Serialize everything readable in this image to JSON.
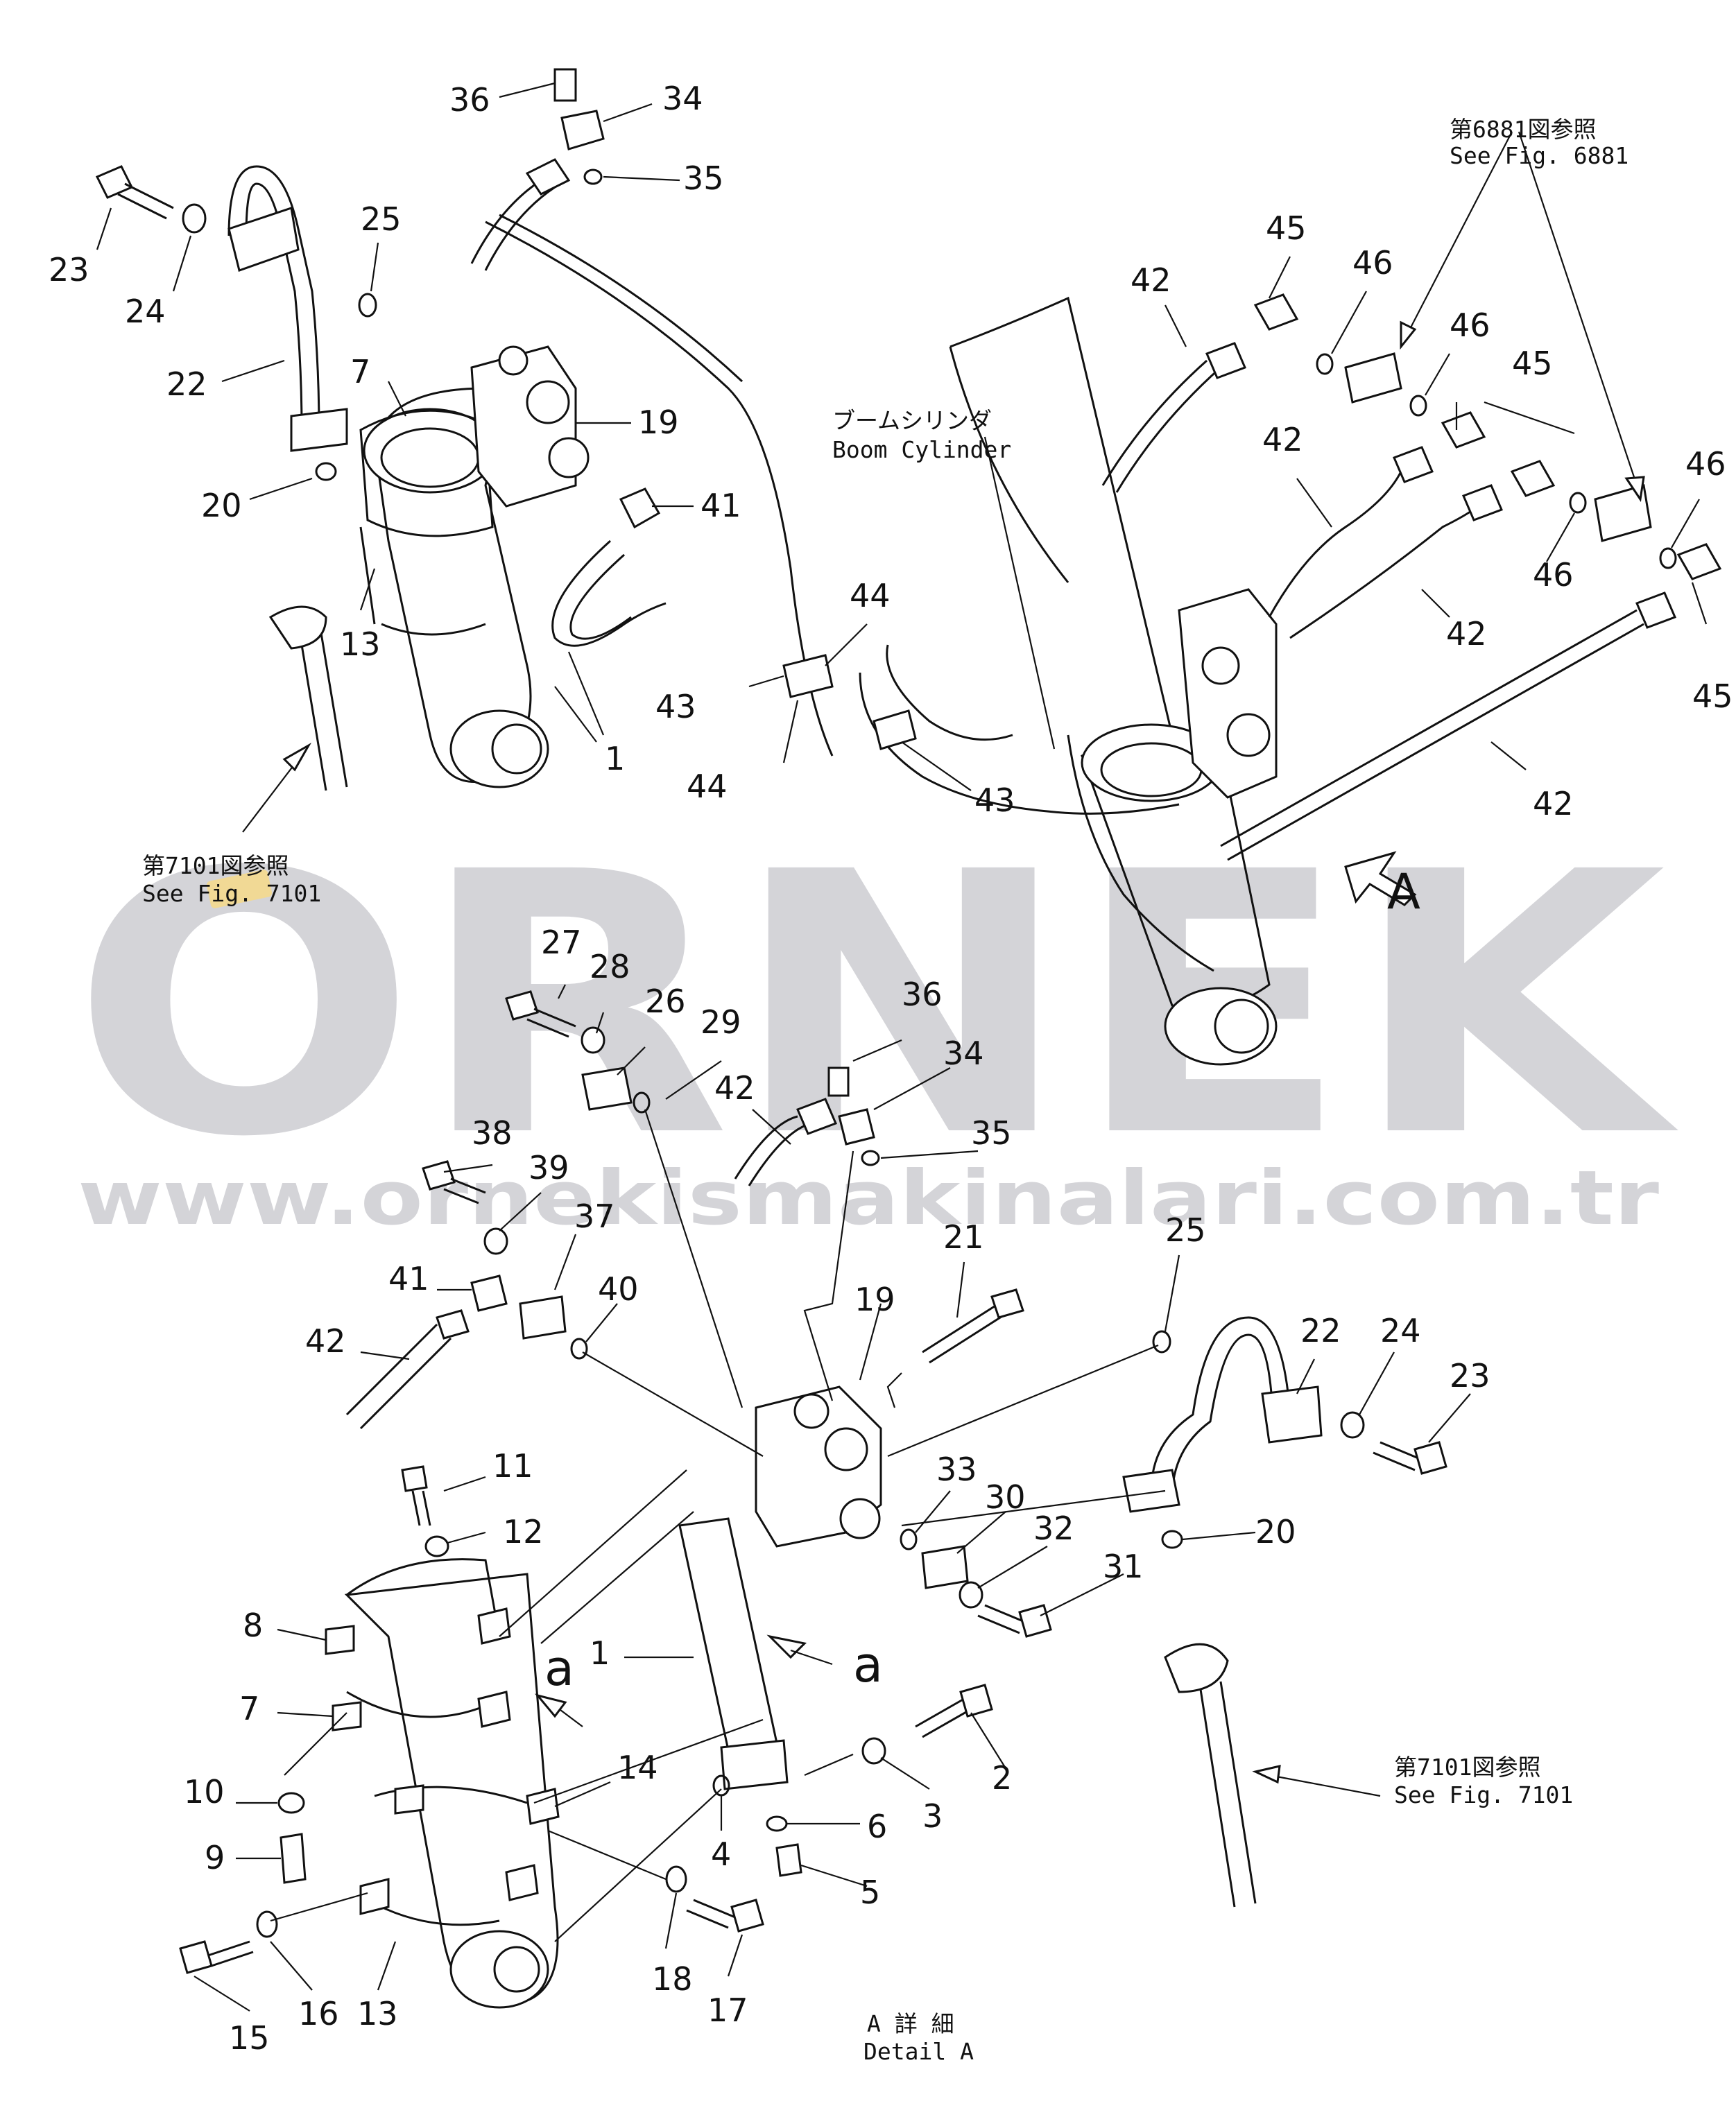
{
  "watermark": {
    "brand": "ORNEK",
    "url": "www.ornekismakinalari.com.tr"
  },
  "notes": {
    "see_fig_6881_jp": "第6881図参照",
    "see_fig_6881_en": "See Fig. 6881",
    "boom_cylinder_jp": "ブームシリンダ",
    "boom_cylinder_en": "Boom Cylinder",
    "see_fig_7101_jp": "第7101図参照",
    "see_fig_7101_en": "See Fig. 7101",
    "detail_a_jp": "A 詳 細",
    "detail_a_en": "Detail A",
    "view_a": "A",
    "section_a": "a"
  },
  "callouts": [
    {
      "id": "c-36-top",
      "text": "36"
    },
    {
      "id": "c-34-top",
      "text": "34"
    },
    {
      "id": "c-35-top",
      "text": "35"
    },
    {
      "id": "c-23-top",
      "text": "23"
    },
    {
      "id": "c-24-top",
      "text": "24"
    },
    {
      "id": "c-25-top",
      "text": "25"
    },
    {
      "id": "c-22-top",
      "text": "22"
    },
    {
      "id": "c-7-top",
      "text": "7"
    },
    {
      "id": "c-19-top",
      "text": "19"
    },
    {
      "id": "c-20-top",
      "text": "20"
    },
    {
      "id": "c-41-top",
      "text": "41"
    },
    {
      "id": "c-13-top",
      "text": "13"
    },
    {
      "id": "c-1-top",
      "text": "1"
    },
    {
      "id": "c-44-a",
      "text": "44"
    },
    {
      "id": "c-43-a",
      "text": "43"
    },
    {
      "id": "c-44-b",
      "text": "44"
    },
    {
      "id": "c-43-b",
      "text": "43"
    },
    {
      "id": "c-42-a",
      "text": "42"
    },
    {
      "id": "c-45-a",
      "text": "45"
    },
    {
      "id": "c-46-a",
      "text": "46"
    },
    {
      "id": "c-46-b",
      "text": "46"
    },
    {
      "id": "c-45-b",
      "text": "45"
    },
    {
      "id": "c-42-b",
      "text": "42"
    },
    {
      "id": "c-46-c",
      "text": "46"
    },
    {
      "id": "c-46-d",
      "text": "46"
    },
    {
      "id": "c-42-c",
      "text": "42"
    },
    {
      "id": "c-45-c",
      "text": "45"
    },
    {
      "id": "c-42-d",
      "text": "42"
    },
    {
      "id": "c-27",
      "text": "27"
    },
    {
      "id": "c-28",
      "text": "28"
    },
    {
      "id": "c-26",
      "text": "26"
    },
    {
      "id": "c-29",
      "text": "29"
    },
    {
      "id": "c-36-mid",
      "text": "36"
    },
    {
      "id": "c-34-mid",
      "text": "34"
    },
    {
      "id": "c-42-mid",
      "text": "42"
    },
    {
      "id": "c-35-mid",
      "text": "35"
    },
    {
      "id": "c-38",
      "text": "38"
    },
    {
      "id": "c-39",
      "text": "39"
    },
    {
      "id": "c-37",
      "text": "37"
    },
    {
      "id": "c-41-mid",
      "text": "41"
    },
    {
      "id": "c-40",
      "text": "40"
    },
    {
      "id": "c-42-left",
      "text": "42"
    },
    {
      "id": "c-21",
      "text": "21"
    },
    {
      "id": "c-19-mid",
      "text": "19"
    },
    {
      "id": "c-25-mid",
      "text": "25"
    },
    {
      "id": "c-22-mid",
      "text": "22"
    },
    {
      "id": "c-24-mid",
      "text": "24"
    },
    {
      "id": "c-23-mid",
      "text": "23"
    },
    {
      "id": "c-11",
      "text": "11"
    },
    {
      "id": "c-12",
      "text": "12"
    },
    {
      "id": "c-33",
      "text": "33"
    },
    {
      "id": "c-30",
      "text": "30"
    },
    {
      "id": "c-32",
      "text": "32"
    },
    {
      "id": "c-31",
      "text": "31"
    },
    {
      "id": "c-20-mid",
      "text": "20"
    },
    {
      "id": "c-8",
      "text": "8"
    },
    {
      "id": "c-1-mid",
      "text": "1"
    },
    {
      "id": "c-7-mid",
      "text": "7"
    },
    {
      "id": "c-2",
      "text": "2"
    },
    {
      "id": "c-14",
      "text": "14"
    },
    {
      "id": "c-3",
      "text": "3"
    },
    {
      "id": "c-10",
      "text": "10"
    },
    {
      "id": "c-6",
      "text": "6"
    },
    {
      "id": "c-4",
      "text": "4"
    },
    {
      "id": "c-9",
      "text": "9"
    },
    {
      "id": "c-5",
      "text": "5"
    },
    {
      "id": "c-18",
      "text": "18"
    },
    {
      "id": "c-17",
      "text": "17"
    },
    {
      "id": "c-15",
      "text": "15"
    },
    {
      "id": "c-16",
      "text": "16"
    },
    {
      "id": "c-13-mid",
      "text": "13"
    }
  ]
}
